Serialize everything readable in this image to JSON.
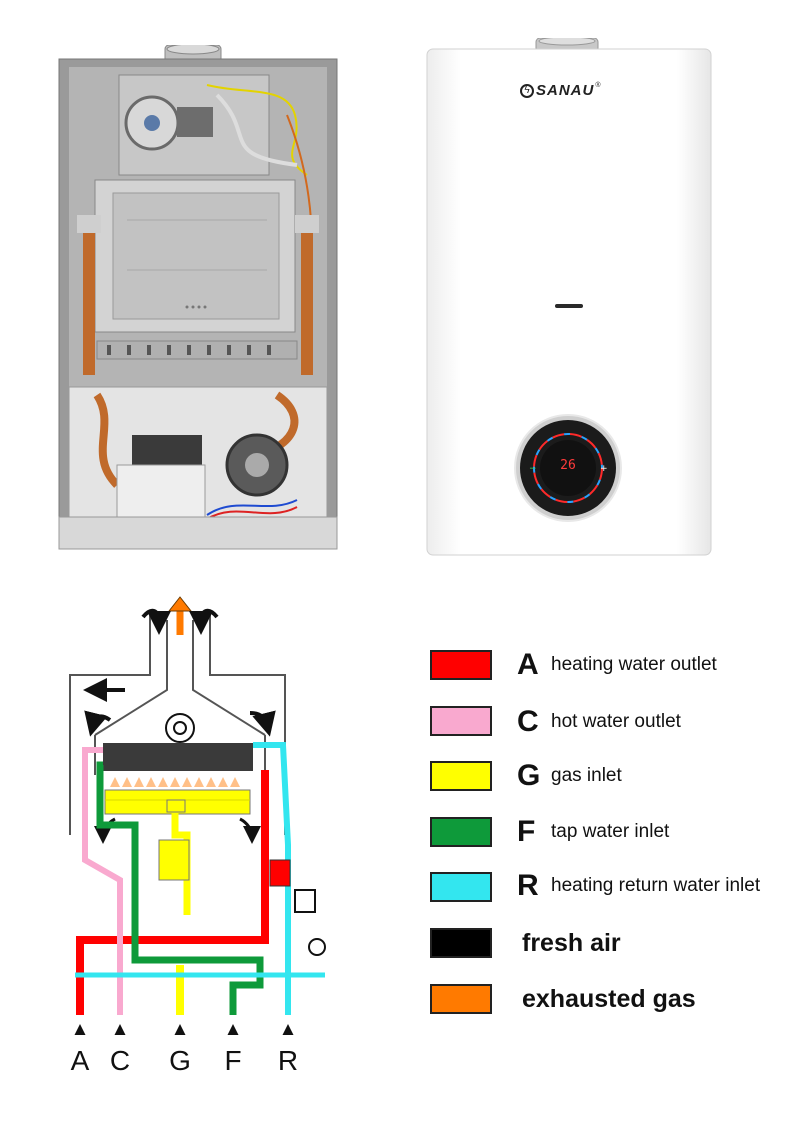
{
  "brand": {
    "name": "SANAU"
  },
  "display": {
    "temperature": "26"
  },
  "legend": [
    {
      "letter": "A",
      "label": "heating water outlet",
      "color": "#ff0000"
    },
    {
      "letter": "C",
      "label": "hot water outlet",
      "color": "#f9a9cf"
    },
    {
      "letter": "G",
      "label": "gas inlet",
      "color": "#ffff00"
    },
    {
      "letter": "F",
      "label": "tap water inlet",
      "color": "#0e9a3a"
    },
    {
      "letter": "R",
      "label": "heating return water inlet",
      "color": "#33e6ef"
    },
    {
      "letter": "",
      "label": "fresh air",
      "color": "#000000"
    },
    {
      "letter": "",
      "label": "exhausted gas",
      "color": "#ff7a00"
    }
  ],
  "pipe_labels": [
    "A",
    "C",
    "G",
    "F",
    "R"
  ]
}
